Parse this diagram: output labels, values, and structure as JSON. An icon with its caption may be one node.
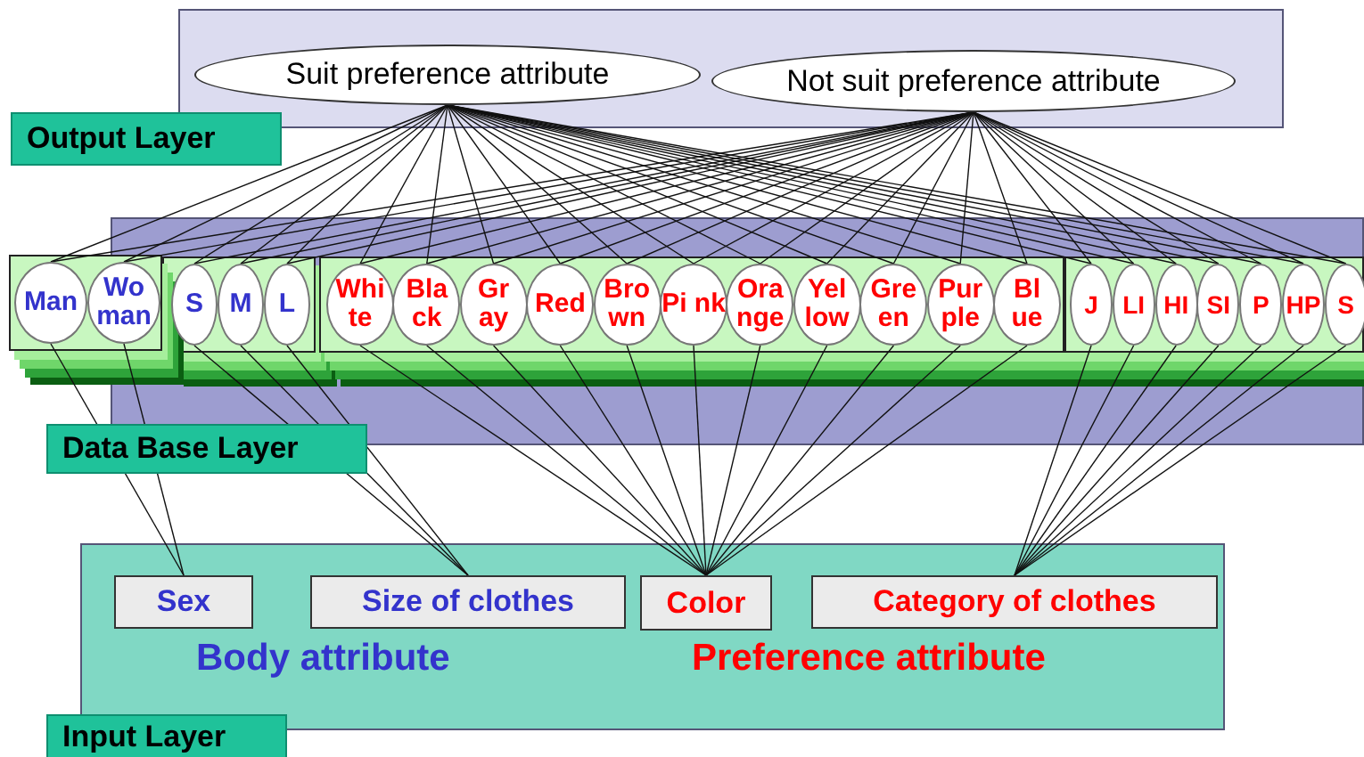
{
  "diagram": {
    "nodes": [
      {
        "text": [
          "Output Layer"
        ]
      },
      {
        "text": [
          "Suit preference attribute"
        ],
        "in": 0
      },
      {
        "text": [
          "Not suit preference attribute"
        ],
        "in": 0
      },
      {
        "text": [
          "Data Base Layer"
        ]
      },
      {
        "text": [],
        "shape": "box"
      },
      {
        "text": [
          "Man"
        ],
        "in": 4
      },
      {
        "text": [
          "Wo man"
        ],
        "in": 4
      },
      {
        "text": [],
        "shape": "box",
        "in": 3
      },
      {
        "text": [
          "S"
        ],
        "in": 7
      },
      {
        "text": [
          "M"
        ],
        "in": 7
      },
      {
        "text": [
          "L"
        ],
        "in": 7
      },
      {
        "text": [],
        "shape": "box",
        "in": 3
      },
      {
        "text": [
          "Whi te"
        ],
        "in": 11
      },
      {
        "text": [
          "Bla ck"
        ],
        "in": 11
      },
      {
        "text": [
          "Gr ay"
        ],
        "in": 11
      },
      {
        "text": [
          "Red"
        ],
        "in": 11
      },
      {
        "text": [
          "Bro wn"
        ],
        "in": 11
      },
      {
        "text": [
          "Pi nk"
        ],
        "in": 11
      },
      {
        "text": [
          "Ora nge"
        ],
        "in": 11
      },
      {
        "text": [
          "Yel low"
        ],
        "in": 11
      },
      {
        "text": [
          "Gre en"
        ],
        "in": 11
      },
      {
        "text": [
          "Pur ple"
        ],
        "in": 11
      },
      {
        "text": [
          "Bl ue"
        ],
        "in": 11
      },
      {
        "text": [],
        "shape": "box",
        "in": 3
      },
      {
        "text": [
          "J"
        ],
        "in": 23
      },
      {
        "text": [
          "LI"
        ],
        "in": 23
      },
      {
        "text": [
          "HI"
        ],
        "in": 23
      },
      {
        "text": [
          "SI"
        ],
        "in": 23
      },
      {
        "text": [
          "P"
        ],
        "in": 23
      },
      {
        "text": [
          "HP"
        ],
        "in": 23
      },
      {
        "text": [
          "S"
        ],
        "in": 23
      },
      {
        "text": [
          "Input Layer"
        ]
      },
      {
        "text": [
          "Sex"
        ],
        "in": 31
      },
      {
        "text": [
          "Size of clothes"
        ],
        "in": 31
      },
      {
        "text": [
          "Color"
        ],
        "in": 31
      },
      {
        "text": [
          "Category of clothes"
        ],
        "in": 31
      }
    ],
    "edges": [
      {
        "from": 5,
        "to": 1,
        "arrow": "none"
      },
      {
        "from": 5,
        "to": 2,
        "arrow": "none"
      },
      {
        "from": 32,
        "to": 5,
        "arrow": "none"
      },
      {
        "from": 6,
        "to": 1,
        "arrow": "none"
      },
      {
        "from": 6,
        "to": 2,
        "arrow": "none"
      },
      {
        "from": 32,
        "to": 6,
        "arrow": "none"
      },
      {
        "from": 8,
        "to": 1,
        "arrow": "none"
      },
      {
        "from": 8,
        "to": 2,
        "arrow": "none"
      },
      {
        "from": 33,
        "to": 8,
        "arrow": "none"
      },
      {
        "from": 9,
        "to": 1,
        "arrow": "none"
      },
      {
        "from": 9,
        "to": 2,
        "arrow": "none"
      },
      {
        "from": 33,
        "to": 9,
        "arrow": "none"
      },
      {
        "from": 10,
        "to": 1,
        "arrow": "none"
      },
      {
        "from": 10,
        "to": 2,
        "arrow": "none"
      },
      {
        "from": 33,
        "to": 10,
        "arrow": "none"
      },
      {
        "from": 12,
        "to": 1,
        "arrow": "none"
      },
      {
        "from": 12,
        "to": 2,
        "arrow": "none"
      },
      {
        "from": 34,
        "to": 12,
        "arrow": "none"
      },
      {
        "from": 13,
        "to": 1,
        "arrow": "none"
      },
      {
        "from": 13,
        "to": 2,
        "arrow": "none"
      },
      {
        "from": 34,
        "to": 13,
        "arrow": "none"
      },
      {
        "from": 14,
        "to": 1,
        "arrow": "none"
      },
      {
        "from": 14,
        "to": 2,
        "arrow": "none"
      },
      {
        "from": 34,
        "to": 14,
        "arrow": "none"
      },
      {
        "from": 15,
        "to": 1,
        "arrow": "none"
      },
      {
        "from": 15,
        "to": 2,
        "arrow": "none"
      },
      {
        "from": 34,
        "to": 15,
        "arrow": "none"
      },
      {
        "from": 16,
        "to": 1,
        "arrow": "none"
      },
      {
        "from": 16,
        "to": 2,
        "arrow": "none"
      },
      {
        "from": 34,
        "to": 16,
        "arrow": "none"
      },
      {
        "from": 17,
        "to": 1,
        "arrow": "none"
      },
      {
        "from": 17,
        "to": 2,
        "arrow": "none"
      },
      {
        "from": 34,
        "to": 17,
        "arrow": "none"
      },
      {
        "from": 18,
        "to": 1,
        "arrow": "none"
      },
      {
        "from": 18,
        "to": 2,
        "arrow": "none"
      },
      {
        "from": 34,
        "to": 18,
        "arrow": "none"
      },
      {
        "from": 19,
        "to": 1,
        "arrow": "none"
      },
      {
        "from": 19,
        "to": 2,
        "arrow": "none"
      },
      {
        "from": 34,
        "to": 19,
        "arrow": "none"
      },
      {
        "from": 20,
        "to": 1,
        "arrow": "none"
      },
      {
        "from": 20,
        "to": 2,
        "arrow": "none"
      },
      {
        "from": 34,
        "to": 20,
        "arrow": "none"
      },
      {
        "from": 21,
        "to": 1,
        "arrow": "none"
      },
      {
        "from": 21,
        "to": 2,
        "arrow": "none"
      },
      {
        "from": 34,
        "to": 21,
        "arrow": "none"
      },
      {
        "from": 22,
        "to": 1,
        "arrow": "none"
      },
      {
        "from": 22,
        "to": 2,
        "arrow": "none"
      },
      {
        "from": 34,
        "to": 22,
        "arrow": "none"
      },
      {
        "from": 24,
        "to": 1,
        "arrow": "none"
      },
      {
        "from": 24,
        "to": 2,
        "arrow": "none"
      },
      {
        "from": 35,
        "to": 24,
        "arrow": "none"
      },
      {
        "from": 25,
        "to": 1,
        "arrow": "none"
      },
      {
        "from": 25,
        "to": 2,
        "arrow": "none"
      },
      {
        "from": 35,
        "to": 25,
        "arrow": "none"
      },
      {
        "from": 26,
        "to": 1,
        "arrow": "none"
      },
      {
        "from": 26,
        "to": 2,
        "arrow": "none"
      },
      {
        "from": 35,
        "to": 26,
        "arrow": "none"
      },
      {
        "from": 27,
        "to": 1,
        "arrow": "none"
      },
      {
        "from": 27,
        "to": 2,
        "arrow": "none"
      },
      {
        "from": 35,
        "to": 27,
        "arrow": "none"
      },
      {
        "from": 28,
        "to": 1,
        "arrow": "none"
      },
      {
        "from": 28,
        "to": 2,
        "arrow": "none"
      },
      {
        "from": 35,
        "to": 28,
        "arrow": "none"
      },
      {
        "from": 29,
        "to": 1,
        "arrow": "none"
      },
      {
        "from": 29,
        "to": 2,
        "arrow": "none"
      },
      {
        "from": 35,
        "to": 29,
        "arrow": "none"
      },
      {
        "from": 30,
        "to": 1,
        "arrow": "none"
      },
      {
        "from": 30,
        "to": 2,
        "arrow": "none"
      },
      {
        "from": 35,
        "to": 30,
        "arrow": "none"
      }
    ],
    "labels": [
      "Body attribute",
      "Preference attribute"
    ]
  }
}
